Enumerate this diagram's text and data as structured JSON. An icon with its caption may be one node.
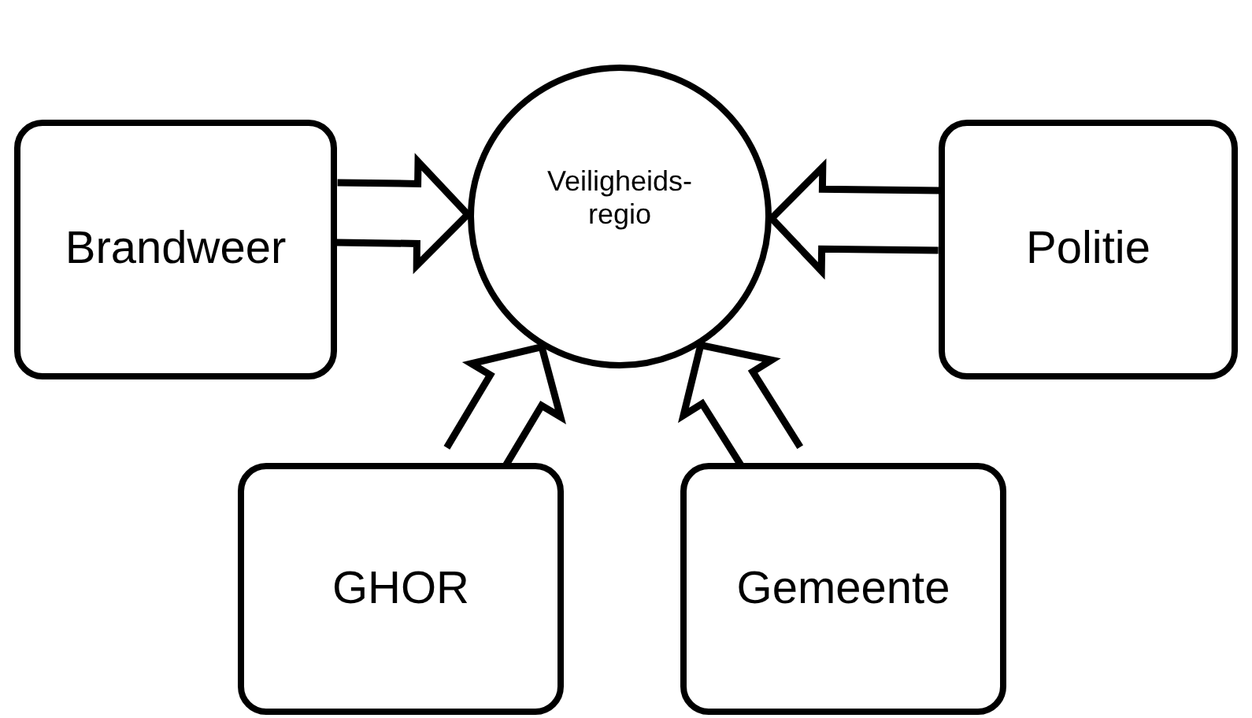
{
  "diagram": {
    "nodes": [
      {
        "text": [
          "Veiligheids- regio"
        ]
      },
      {
        "text": [
          "Brandweer"
        ]
      },
      {
        "text": [
          "Politie"
        ]
      },
      {
        "text": [
          "GHOR"
        ]
      },
      {
        "text": [
          "Gemeente"
        ]
      }
    ],
    "edges": [
      {
        "from": 1,
        "to": 0,
        "arrow": "to"
      },
      {
        "from": 2,
        "to": 0,
        "arrow": "to"
      },
      {
        "from": 3,
        "to": 0,
        "arrow": "to"
      },
      {
        "from": 4,
        "to": 0,
        "arrow": "to"
      }
    ]
  }
}
